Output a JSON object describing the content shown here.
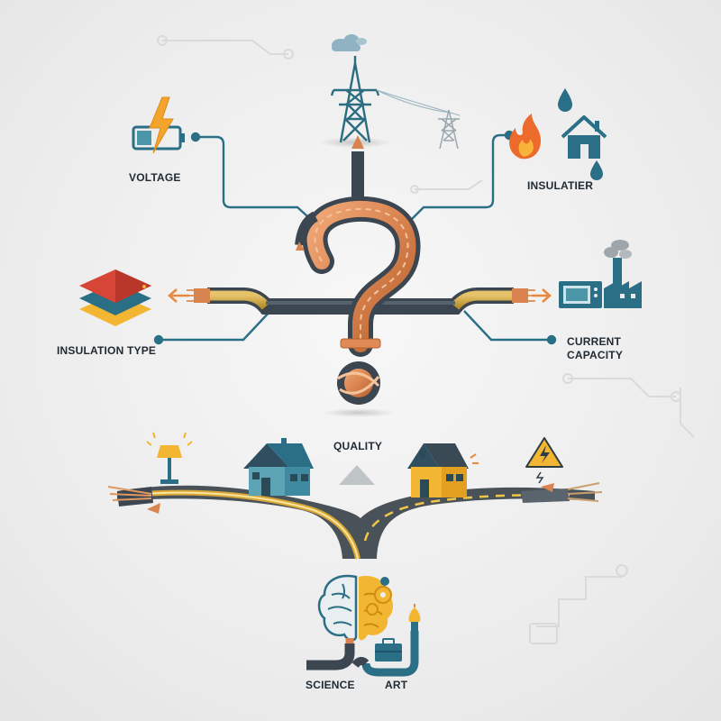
{
  "labels": {
    "voltage": "VOLTAGE",
    "insulatier": "INSULATIER",
    "insulation_type": "INSULATION TYPE",
    "current_capacity_line1": "CURRENT",
    "current_capacity_line2": "CAPACITY",
    "quality": "QUALITY",
    "science": "SCIENCE",
    "art": "ART"
  },
  "icons": [
    "cloud-icon",
    "power-tower-icon",
    "battery-lightning-icon",
    "fire-icon",
    "house-icon",
    "water-drop-icon",
    "layers-icon",
    "microwave-icon",
    "factory-icon",
    "lamp-icon",
    "warning-icon",
    "brain-icon",
    "gear-icon",
    "briefcase-icon",
    "paintbrush-icon"
  ],
  "colors": {
    "teal": "#2a6f86",
    "copper": "#d9834f",
    "cable_dark": "#3b4650",
    "road": "#4a5259",
    "yellow": "#f2b632",
    "red": "#d64535"
  }
}
